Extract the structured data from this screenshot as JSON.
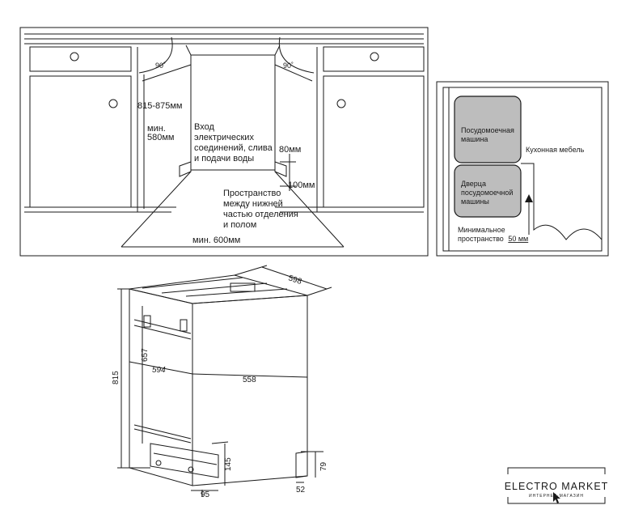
{
  "installation": {
    "angle_left": "90˚",
    "angle_right": "90˚",
    "height_range": "815-875мм",
    "min_depth": [
      "мин.",
      "580мм"
    ],
    "entry_text": [
      "Вход",
      "электрических",
      "соединений, слива",
      "и подачи воды"
    ],
    "gap_80": "80мм",
    "gap_100": "100мм",
    "space_text": [
      "Пространство",
      "между нижней",
      "частью отделения",
      "и полом"
    ],
    "min_width": "мин. 600мм"
  },
  "top_view": {
    "dishwasher": [
      "Посудомоечная",
      "машина"
    ],
    "kitchen_furniture": "Кухонная мебель",
    "door": [
      "Дверца",
      "посудомоечной",
      "машины"
    ],
    "min_space_line1": "Минимальное",
    "min_space_prefix": "пространство",
    "min_space_value": "50 мм"
  },
  "dimensions": {
    "d598": "598",
    "d657": "657",
    "d594": "594",
    "d558": "558",
    "d815": "815",
    "d145": "145",
    "d79": "79",
    "d95": "95",
    "d52": "52"
  },
  "logo": {
    "title": "ELECTRO MARKET",
    "subtitle": "ИНТЕРНЕТ-МАГАЗИН"
  }
}
